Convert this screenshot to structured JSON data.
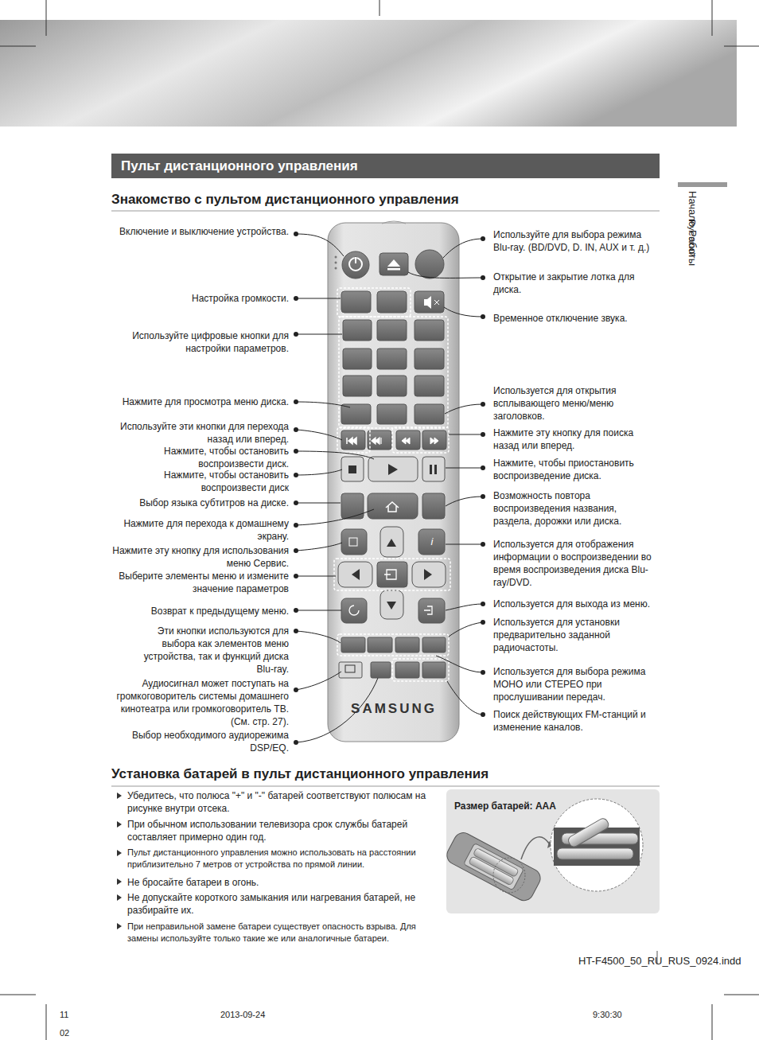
{
  "diagram": {
    "nodes": [
      {
        "text": [
          "Пульт дистанционного управления"
        ]
      },
      {
        "text": [
          "Размер батарей: AAA"
        ]
      }
    ],
    "labels": [
      "Знакомство с пультом дистанционного управления",
      "Включение и выключение устройства.",
      "Настройка громкости.",
      "Используйте цифровые кнопки для настройки параметров.",
      "Нажмите для просмотра меню диска.",
      "Используйте эти кнопки для перехода назад или вперед.",
      "Нажмите, чтобы остановить воспроизвести диск.",
      "Нажмите, чтобы остановить воспроизвести диск",
      "Выбор языка субтитров на диске.",
      "Нажмите для перехода к домашнему экрану.",
      "Нажмите эту кнопку для использования меню Сервис.",
      "Выберите элементы меню и измените значение параметров",
      "Возврат к предыдущему меню.",
      "Эти кнопки используются для выбора как элементов меню устройства, так и функций диска Blu-ray.",
      "Аудиосигнал может поступать на громкоговоритель системы домашнего кинотеатра или громкоговоритель ТВ. (См. стр. 27).",
      "Выбор необходимого аудиорежима DSP/EQ.",
      "Используйте для выбора режима Blu-ray. (BD/DVD, D. IN, AUX и т. д.)",
      "Открытие и закрытие лотка для диска.",
      "Временное отключение звука.",
      "Используется для открытия всплывающего меню/меню заголовков.",
      "Нажмите эту кнопку для поиска назад или вперед.",
      "Нажмите, чтобы приостановить воспроизведение диска.",
      "Возможность повтора воспроизведения названия, раздела, дорожки или диска.",
      "Используется для отображения информации о воспроизведении во время воспроизведения диска Blu-ray/DVD.",
      "Используется для выхода из меню.",
      "Используется для установки предварительно заданной радиочастоты.",
      "Используется для выбора режима МОНО или СТЕРЕО при прослушивании передач.",
      "Поиск действующих FM-станций и изменение каналов.",
      "SAMSUNG",
      "i",
      "Установка батарей в пульт дистанционного управления",
      "Убедитесь, что полюса \"+\" и \"-\" батарей соответствуют полюсам на рисунке внутри отсека.",
      "При обычном использовании телевизора срок службы батарей составляет примерно один год.",
      "Пульт дистанционного управления можно использовать на расстоянии приблизительно 7 метров от устройства по прямой линии.",
      "Не бросайте батареи в огонь.",
      "Не допускайте короткого замыкания или нагревания батарей, не разбирайте их.",
      "При неправильной замене батареи существует опасность взрыва. Для замены используйте только такие же или аналогичные батареи.",
      "02",
      "Начало Работы",
      "Русский",
      "HT-F4500_50_RU_RUS_0924.indd",
      "11",
      "2013-09-24",
      "9:30:30"
    ]
  }
}
